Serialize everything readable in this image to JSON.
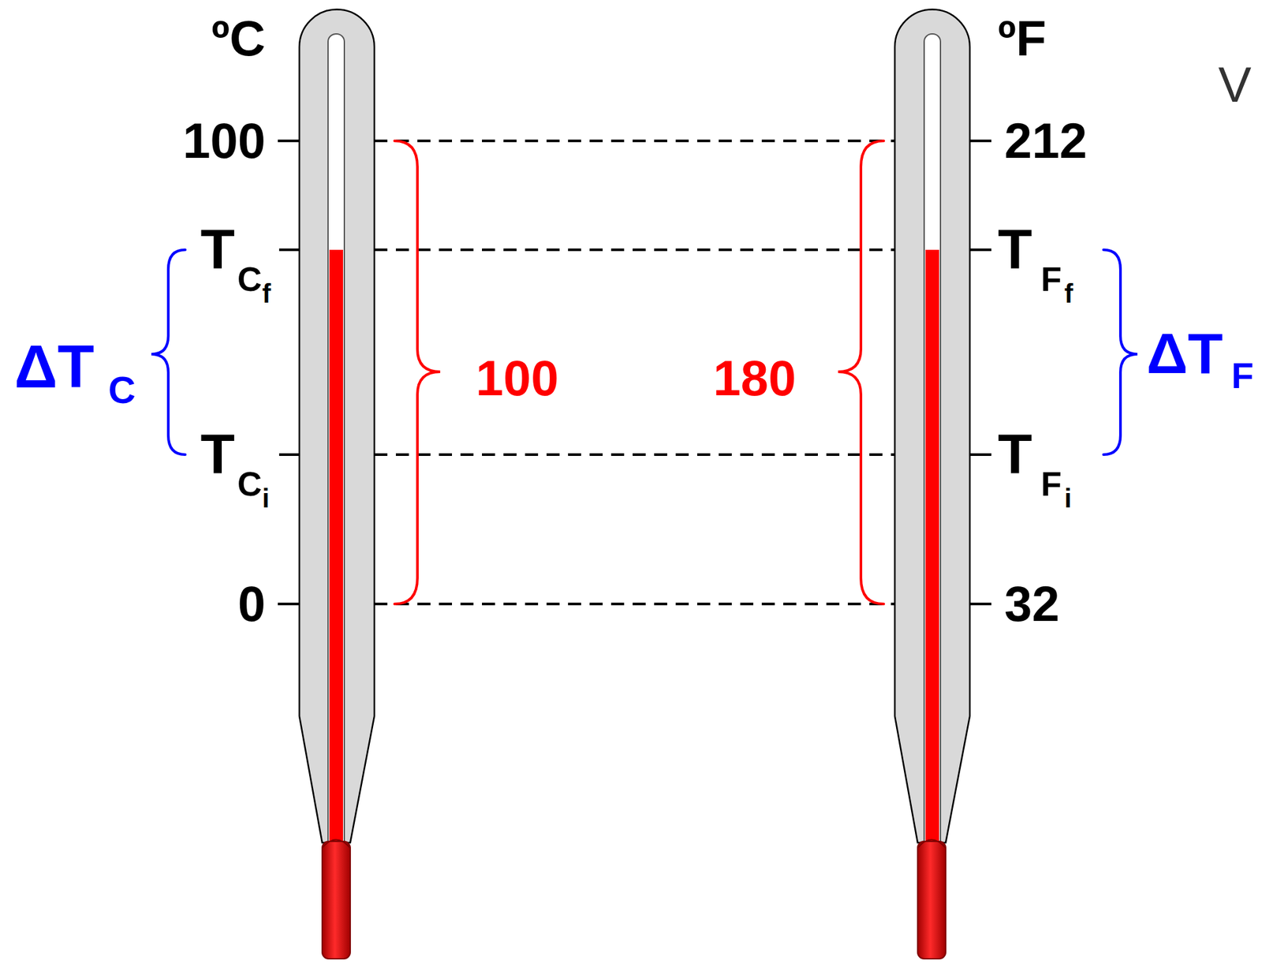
{
  "diagram": {
    "labels": [
      "ºC",
      "ºF",
      "100",
      "212",
      "T",
      "C",
      "f",
      "T",
      "F",
      "f",
      "ΔT",
      "C",
      "100",
      "180",
      "ΔT",
      "F",
      "T",
      "C",
      "i",
      "T",
      "F",
      "i",
      "0",
      "32",
      "V"
    ]
  }
}
